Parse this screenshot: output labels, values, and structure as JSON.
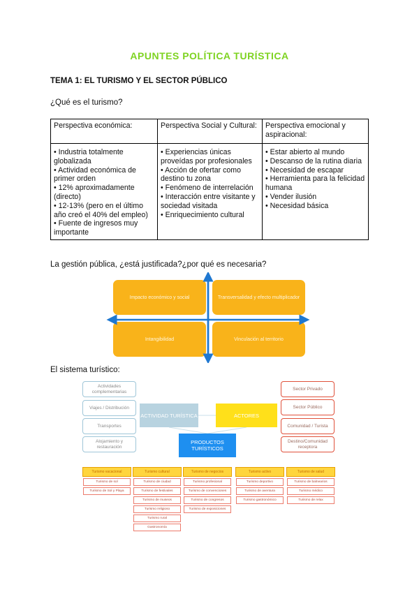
{
  "title": "APUNTES POLÍTICA TURÍSTICA",
  "tema": "TEMA 1: EL TURISMO Y EL SECTOR PÚBLICO",
  "question_1": "¿Qué es el turismo?",
  "perspectives": {
    "headers": [
      "Perspectiva económica:",
      "Perspectiva Social y Cultural:",
      "Perspectiva emocional y aspiracional:"
    ],
    "economica": [
      "• Industria totalmente globalizada",
      "• Actividad económica de primer orden",
      "• 12% aproximadamente (directo)",
      "• 12-13% (pero en el último año creó el 40% del empleo)",
      "• Fuente de ingresos muy importante"
    ],
    "social": [
      "• Experiencias únicas proveídas por profesionales",
      "• Acción de ofertar como destino tu zona",
      "• Fenómeno de interrelación",
      "• Interacción entre visitante y sociedad visitada",
      "• Enriquecimiento cultural"
    ],
    "emocional": [
      "• Estar abierto al mundo",
      "• Descanso de la rutina diaria",
      "• Necesidad de escapar",
      "• Herramienta para la felicidad humana",
      "• Vender ilusión",
      "• Necesidad básica"
    ]
  },
  "question_2": "La gestión pública, ¿está justificada?¿por qué es necesaria?",
  "quadrants": {
    "top_left": "Impacto económico y social",
    "top_right": "Transversalidad y efecto multiplicador",
    "bottom_left": "Intangibilidad",
    "bottom_right": "Vinculación al territorio"
  },
  "question_3": "El sistema turístico:",
  "system": {
    "left": [
      "Actividades complementarias",
      "Viajes / Distribución",
      "Transportes",
      "Alojamiento y restauración"
    ],
    "actividad": "ACTIVIDAD TURÍSTICA",
    "actores": "ACTORES",
    "productos": "PRODUCTOS TURÍSTICOS",
    "right": [
      "Sector Privado",
      "Sector Público",
      "Comunidad / Turista",
      "Destino/Comunidad receptora"
    ]
  },
  "bottom_columns": [
    {
      "head": "Turismo vacacional",
      "items": [
        "Turismo de sol",
        "Turismo de Sol y Playa"
      ]
    },
    {
      "head": "Turismo cultural",
      "items": [
        "Turismo de ciudad",
        "Turismo de festivales",
        "Turismo de museos",
        "Turismo religioso",
        "Turismo rural",
        "Gastronomía"
      ]
    },
    {
      "head": "Turismo de negocios",
      "items": [
        "Turismo profesional",
        "Turismo de convenciones",
        "Turismo de congresos",
        "Turismo de exposiciones"
      ]
    },
    {
      "head": "Turismo activo",
      "items": [
        "Turismo deportivo",
        "Turismo de aventura",
        "Turismo gastronómico"
      ]
    },
    {
      "head": "Turismo de salud",
      "items": [
        "Turismo de balnearios",
        "Turismo médico",
        "Turismo de relax"
      ]
    }
  ]
}
